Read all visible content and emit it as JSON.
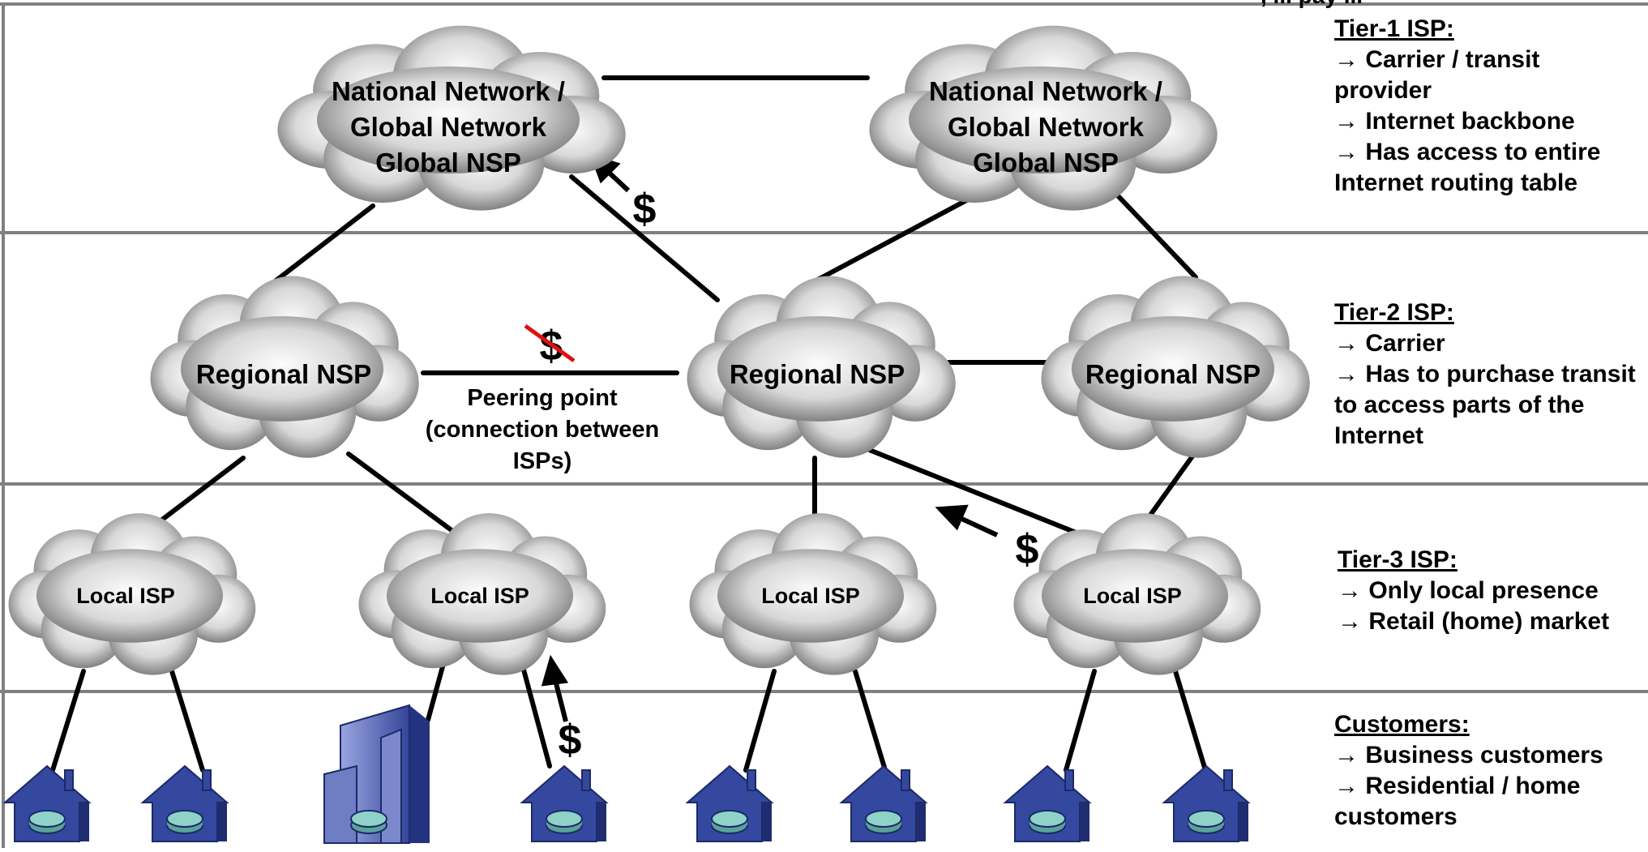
{
  "top_fragment": ", ... pay ...",
  "tiers": [
    {
      "key": "tier1",
      "heading": "Tier-1 ISP:",
      "lines": [
        "→ Carrier / transit provider",
        "→ Internet backbone",
        "→ Has access to entire Internet routing table"
      ]
    },
    {
      "key": "tier2",
      "heading": "Tier-2 ISP:",
      "lines": [
        "→ Carrier",
        "→ Has to purchase transit to access parts of the Internet"
      ]
    },
    {
      "key": "tier3",
      "heading": "Tier-3 ISP:",
      "lines": [
        "→ Only local presence",
        "→ Retail (home) market"
      ]
    },
    {
      "key": "customers",
      "heading": "Customers:",
      "lines": [
        "→ Business customers",
        "→ Residential / home customers"
      ]
    }
  ],
  "nodes": {
    "global_left": [
      "National Network /",
      "Global Network",
      "Global NSP"
    ],
    "global_right": [
      "National Network /",
      "Global Network",
      "Global NSP"
    ],
    "regional": "Regional NSP",
    "local": "Local ISP"
  },
  "peering_label": [
    "Peering point",
    "(connection between",
    "ISPs)"
  ],
  "payment_symbol": "$",
  "colors": {
    "line": "#000000",
    "border": "#7f7f7f",
    "cloud_dark": "#6e6e6e",
    "cloud_light": "#fafafa",
    "strike": "#e01010",
    "building": "#3a4a9a",
    "house": "#2e3f8f"
  }
}
